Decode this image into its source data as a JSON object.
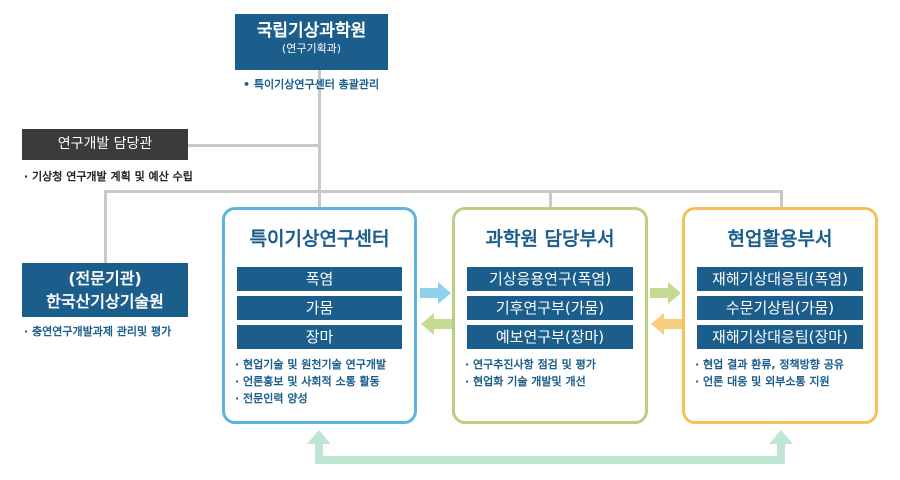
{
  "top": {
    "title": "국립기상과학원",
    "subtitle": "(연구기획과)",
    "note": "• 특이기상연구센터 총괄관리"
  },
  "officer": {
    "title": "연구개발 담당관",
    "note": "· 기상청 연구개발 계획 및 예산 수립"
  },
  "institution": {
    "line1": "(전문기관)",
    "line2": "한국산기상기술원",
    "note": "· 충연연구개발과제 관리및 평가"
  },
  "panels": [
    {
      "title": "특이기상연구센터",
      "bars": [
        "폭염",
        "가뭄",
        "장마"
      ],
      "bullets": [
        "현업기술 및 원천기술 연구개발",
        "언론홍보 및 사회적 소통 활동",
        "전문인력 양성"
      ]
    },
    {
      "title": "과학원 담당부서",
      "bars": [
        "기상응용연구(폭염)",
        "기후연구부(가뭄)",
        "예보연구부(장마)"
      ],
      "bullets": [
        "연구추진사항 점검 및 평가",
        "현업화 기술 개발및 개선"
      ]
    },
    {
      "title": "현업활용부서",
      "bars": [
        "재해기상대응팀(폭염)",
        "수문기상팀(가뭄)",
        "재해기상대응팀(장마)"
      ],
      "bullets": [
        "현업 결과 환류, 정책방향 공유",
        "언론 대응 및 외부소통 지원"
      ]
    }
  ],
  "colors": {
    "primary": "#1b5e8c",
    "panel1_border": "#5db5dc",
    "panel2_border": "#b8d083",
    "panel3_border": "#f5c15a",
    "connector": "#c8c8c8",
    "bottom_arrow": "#bfe6d2"
  }
}
